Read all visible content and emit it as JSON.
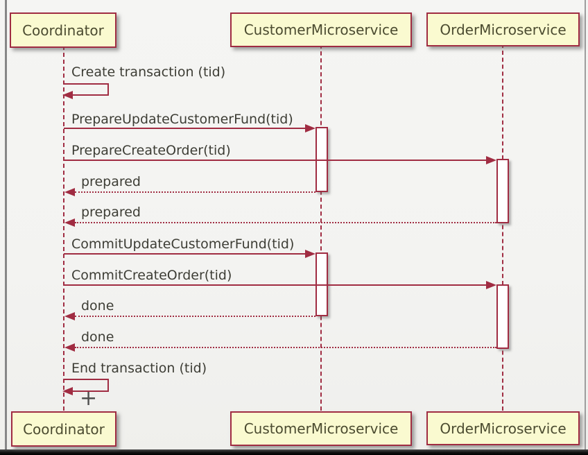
{
  "diagram": {
    "kind": "uml-sequence-diagram",
    "participants": [
      {
        "name": "Coordinator"
      },
      {
        "name": "CustomerMicroservice"
      },
      {
        "name": "OrderMicroservice"
      }
    ],
    "messages": [
      {
        "label": "Create transaction (tid)",
        "from": "Coordinator",
        "to": "Coordinator",
        "style": "self"
      },
      {
        "label": "PrepareUpdateCustomerFund(tid)",
        "from": "Coordinator",
        "to": "CustomerMicroservice",
        "style": "sync"
      },
      {
        "label": "PrepareCreateOrder(tid)",
        "from": "Coordinator",
        "to": "OrderMicroservice",
        "style": "sync"
      },
      {
        "label": "prepared",
        "from": "CustomerMicroservice",
        "to": "Coordinator",
        "style": "return"
      },
      {
        "label": "prepared",
        "from": "OrderMicroservice",
        "to": "Coordinator",
        "style": "return"
      },
      {
        "label": "CommitUpdateCustomerFund(tid)",
        "from": "Coordinator",
        "to": "CustomerMicroservice",
        "style": "sync"
      },
      {
        "label": "CommitCreateOrder(tid)",
        "from": "Coordinator",
        "to": "OrderMicroservice",
        "style": "sync"
      },
      {
        "label": "done",
        "from": "CustomerMicroservice",
        "to": "Coordinator",
        "style": "return"
      },
      {
        "label": "done",
        "from": "OrderMicroservice",
        "to": "Coordinator",
        "style": "return"
      },
      {
        "label": "End transaction (tid)",
        "from": "Coordinator",
        "to": "Coordinator",
        "style": "self"
      }
    ],
    "end_marker": "+",
    "colors": {
      "line": "#a02c42",
      "box_fill": "#fafad0",
      "box_border": "#a02c42",
      "participant_text": "#4b4b30",
      "message_text": "#3d3d35",
      "background": "#f3f3f1"
    }
  }
}
